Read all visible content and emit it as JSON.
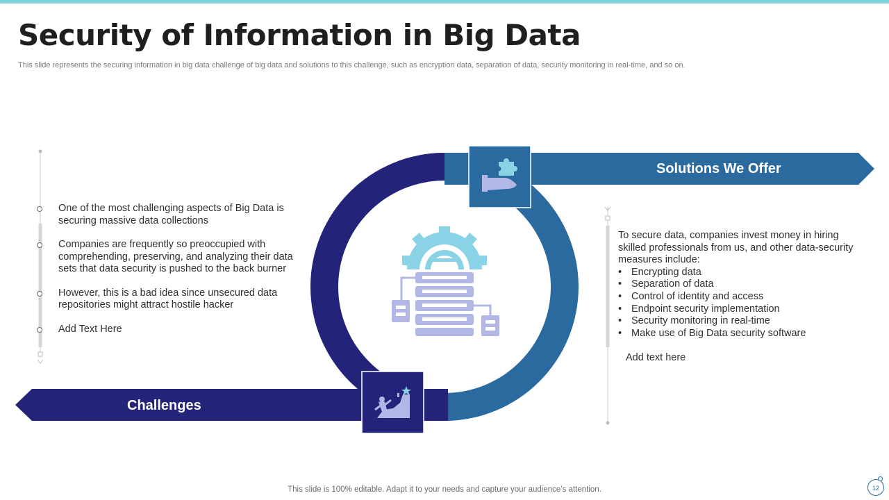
{
  "title": "Security of Information in Big Data",
  "subtitle": "This slide represents the securing information in big data challenge of big data and solutions to this challenge, such as encryption data, separation of data, security monitoring in real-time, and so on.",
  "solutions_label": "Solutions  We Offer",
  "challenges_label": "Challenges",
  "challenges": [
    "One of the most challenging aspects of Big Data is securing massive data collections",
    "Companies are frequently  so preoccupied with comprehending, preserving, and analyzing their data sets that data security is pushed to the back burner",
    "However, this is a bad idea since unsecured data repositories might attract hostile hacker",
    "Add Text Here"
  ],
  "solutions_intro": "To secure data, companies invest money in hiring skilled professionals from us, and other data-security measures include:",
  "solutions_list": [
    "Encrypting data",
    "Separation of data",
    "Control of identity and access",
    "Endpoint security implementation",
    "Security monitoring in real-time",
    "Make use of Big Data security software"
  ],
  "solutions_extra": "Add text here",
  "footer": "This slide is 100% editable. Adapt it to your needs and capture your audience’s attention.",
  "page_number": "12",
  "colors": {
    "navy": "#23237a",
    "blue": "#2a6a9e",
    "teal_accent": "#7ed3dc",
    "icon_lavender": "#b3b7e6",
    "icon_light_blue": "#8ad3e6"
  },
  "icons": [
    "puzzle-hand-icon",
    "server-gear-icon",
    "climber-goal-icon"
  ]
}
